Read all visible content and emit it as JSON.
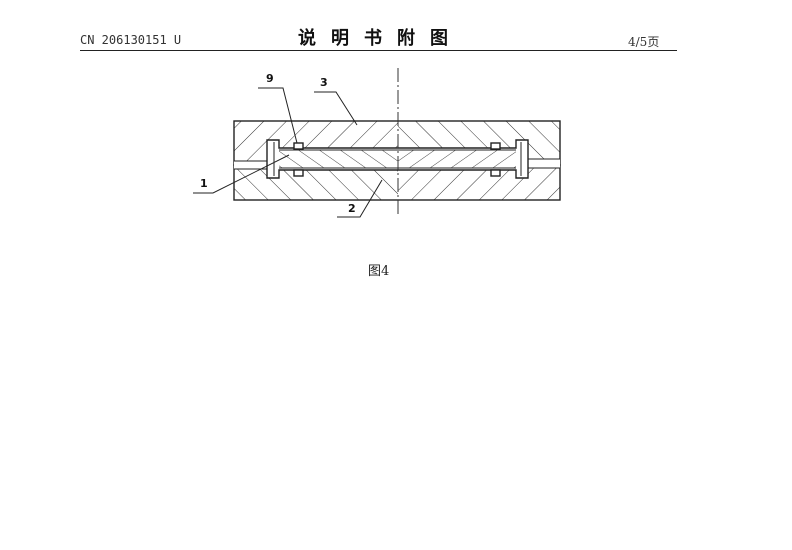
{
  "header": {
    "doc_number": "CN 206130151 U",
    "section_title": "说明书附图",
    "page_indicator": "4/5页"
  },
  "figure": {
    "caption": "图4",
    "labels": {
      "seal": "9",
      "upper_plate": "3",
      "core": "1",
      "lower_plate": "2"
    }
  }
}
